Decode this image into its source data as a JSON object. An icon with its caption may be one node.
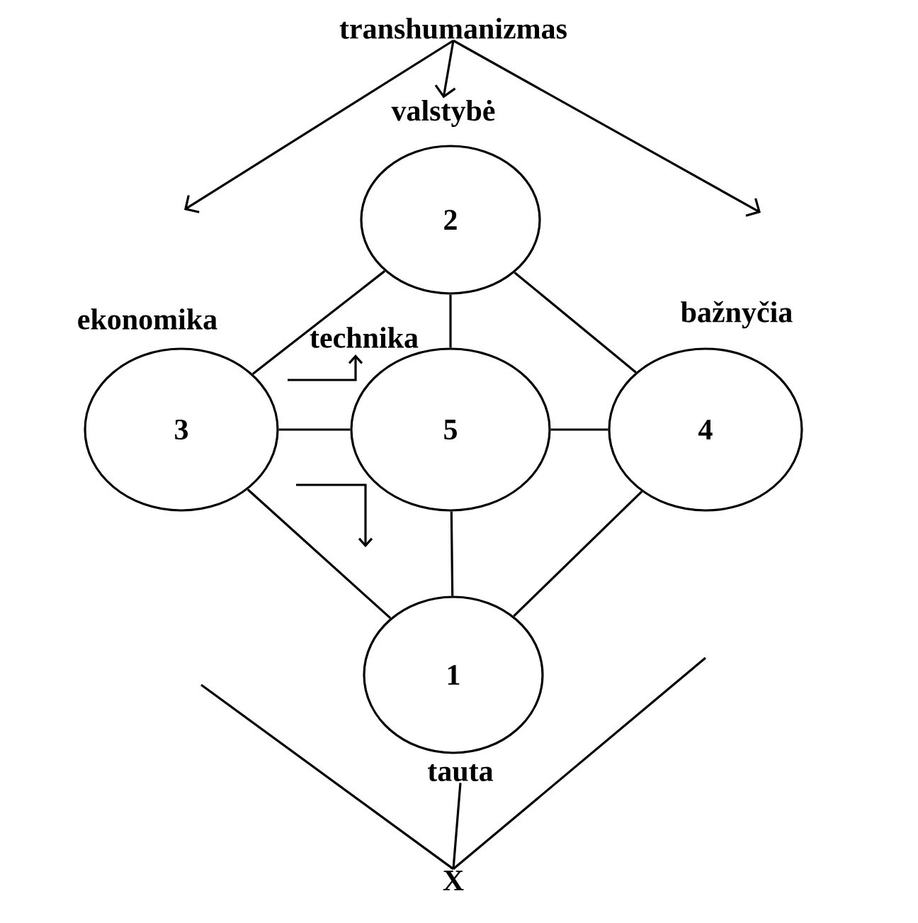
{
  "diagram": {
    "nodes": [
      {
        "text": [
          "transhumanizmas"
        ]
      },
      {
        "text": [
          "2"
        ],
        "beside": [
          "valstybė"
        ]
      },
      {
        "text": [
          "3"
        ],
        "beside": [
          "ekonomika"
        ]
      },
      {
        "text": [
          "5"
        ],
        "beside": [
          "technika"
        ]
      },
      {
        "text": [
          "4"
        ],
        "beside": [
          "bažnyčia"
        ]
      },
      {
        "text": [
          "1"
        ],
        "beside": [
          "tauta"
        ]
      },
      {
        "text": [
          "X"
        ]
      }
    ],
    "edges": [
      {
        "from": 0,
        "to": 1,
        "arrow": "to"
      },
      {
        "from": 0,
        "to": null,
        "arrow": "to"
      },
      {
        "from": 0,
        "to": null,
        "arrow": "to"
      },
      {
        "from": 1,
        "to": 2,
        "arrow": "none"
      },
      {
        "from": 1,
        "to": 3,
        "arrow": "none"
      },
      {
        "from": 1,
        "to": 4,
        "arrow": "none"
      },
      {
        "from": 2,
        "to": 3,
        "arrow": "none"
      },
      {
        "from": 3,
        "to": 4,
        "arrow": "none"
      },
      {
        "from": 2,
        "to": 5,
        "arrow": "none"
      },
      {
        "from": 3,
        "to": 5,
        "arrow": "none"
      },
      {
        "from": 4,
        "to": 5,
        "arrow": "none"
      },
      {
        "from": null,
        "to": 6,
        "arrow": "none"
      },
      {
        "from": null,
        "to": 6,
        "arrow": "none"
      },
      {
        "from": 5,
        "to": 6,
        "arrow": "none"
      }
    ]
  }
}
